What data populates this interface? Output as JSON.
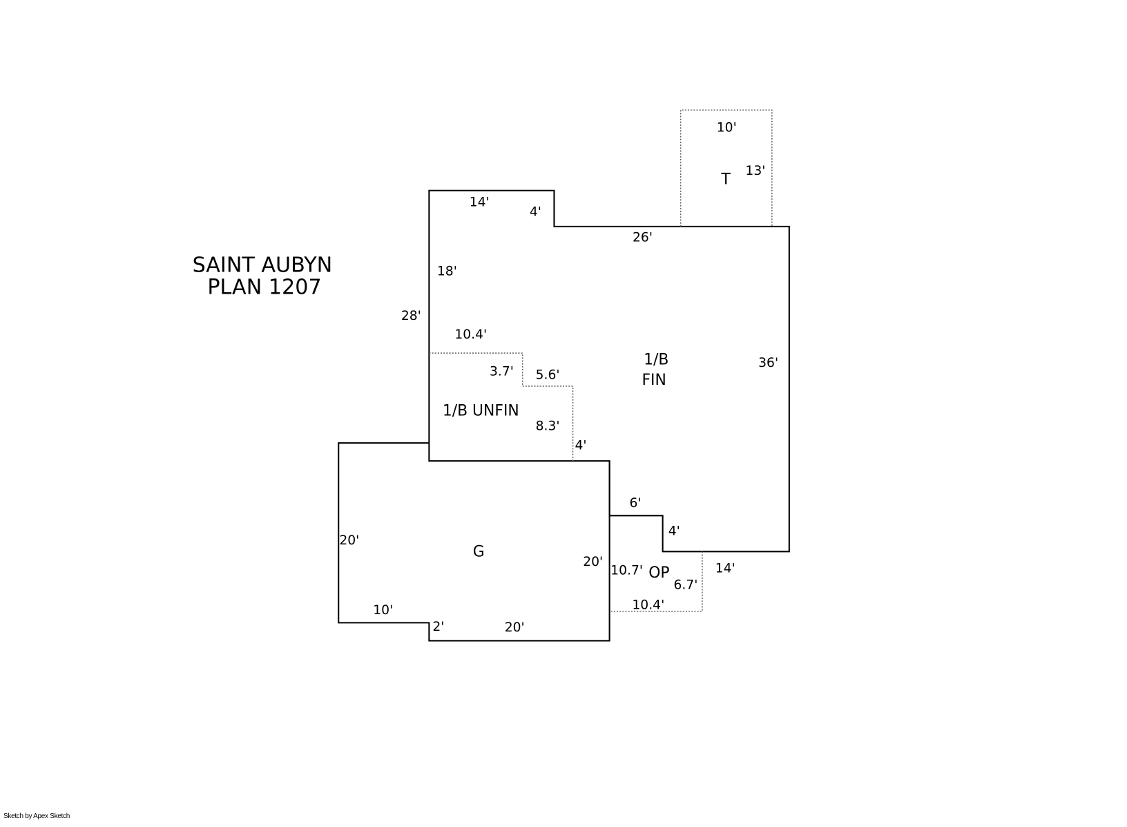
{
  "title": {
    "line1": "SAINT AUBYN",
    "line2": "PLAN 1207"
  },
  "areas": {
    "fin": {
      "line1": "1/B",
      "line2": "FIN"
    },
    "unfin": "1/B UNFIN",
    "garage": "G",
    "terrace": "T",
    "porch": "OP"
  },
  "dims": {
    "top_left": "14'",
    "step_4": "4'",
    "top_26": "26'",
    "left_18": "18'",
    "left_28": "28'",
    "unfin_top": "10.4'",
    "unfin_3_7": "3.7'",
    "unfin_5_6": "5.6'",
    "unfin_8_3": "8.3'",
    "unfin_4": "4'",
    "right_36": "36'",
    "t_10": "10'",
    "t_13": "13'",
    "notch_6": "6'",
    "notch_4": "4'",
    "bottom_14": "14'",
    "op_10_7": "10.7'",
    "op_6_7": "6.7'",
    "op_10_4": "10.4'",
    "g_left_20": "20'",
    "g_right_20": "20'",
    "g_bottom_10": "10'",
    "g_step_2": "2'",
    "g_bottom_20": "20'"
  },
  "credit": "Sketch by Apex Sketch"
}
